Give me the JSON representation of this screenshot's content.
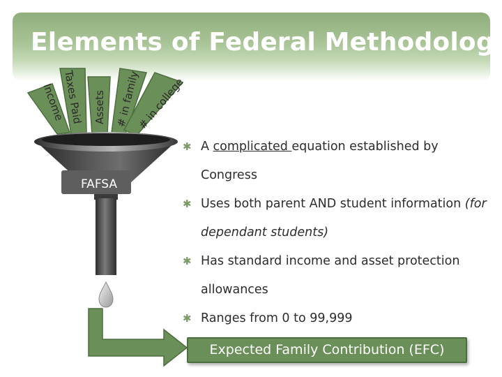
{
  "slide": {
    "title": "Elements of Federal Methodology"
  },
  "funnel": {
    "inputs": [
      "Income",
      "Taxes Paid",
      "Assets",
      "# in family",
      "# in college"
    ],
    "label": "FAFSA"
  },
  "bullets": [
    {
      "pre": "A ",
      "underlined": "complicated ",
      "post": "equation established by Congress"
    },
    {
      "text": "Uses both parent AND student information",
      "note": "(for dependant students)"
    },
    {
      "text": "Has standard income and asset protection allowances"
    },
    {
      "text": "Ranges from 0 to 99,999"
    }
  ],
  "result_box": {
    "label": "Expected Family Contribution (EFC)"
  },
  "colors": {
    "accent_green": "#6b8f58",
    "funnel_gray": "#4a4a4a"
  }
}
